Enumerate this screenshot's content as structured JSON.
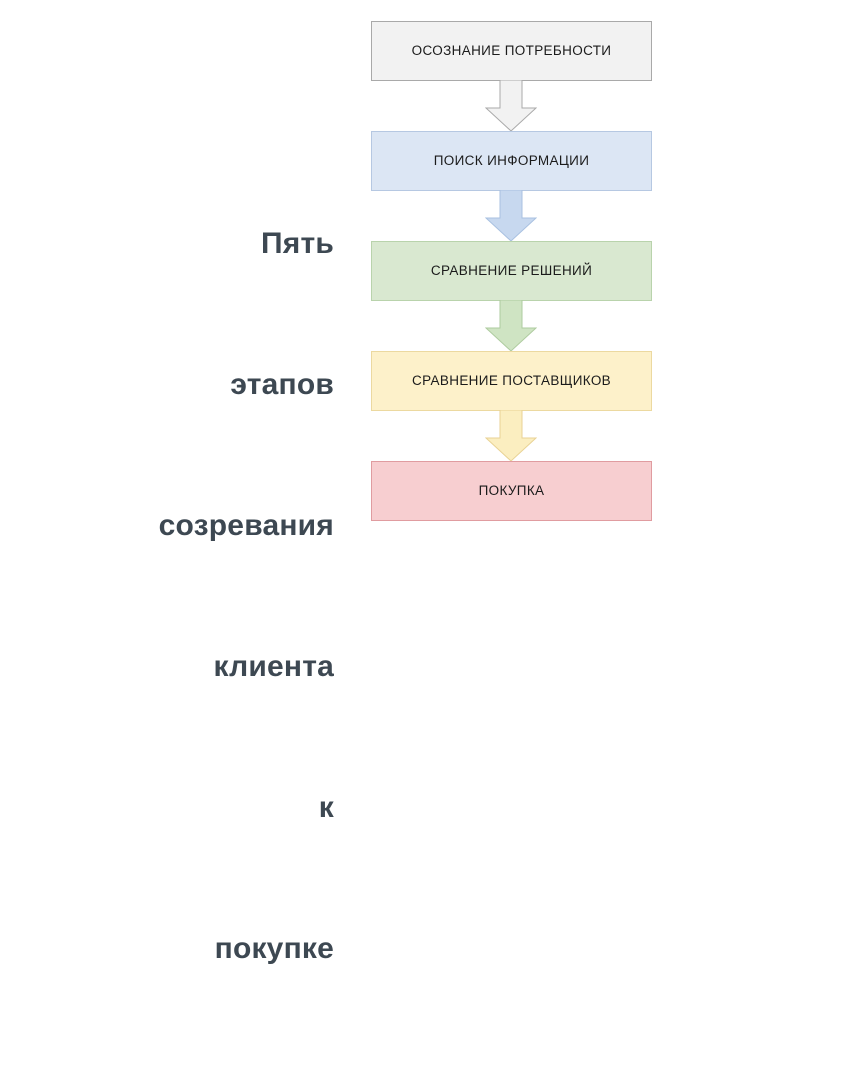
{
  "diagram": {
    "title": {
      "lines": [
        "Пять",
        "этапов",
        "созревания",
        "клиента",
        "к",
        "покупке"
      ],
      "color": "#3d4852"
    },
    "steps": [
      {
        "label": "ОСОЗНАНИЕ ПОТРЕБНОСТИ",
        "fill": "#f2f2f2",
        "stroke": "#a9a9a9"
      },
      {
        "label": "ПОИСК ИНФОРМАЦИИ",
        "fill": "#dce6f4",
        "stroke": "#b6c8e2"
      },
      {
        "label": "СРАВНЕНИЕ РЕШЕНИЙ",
        "fill": "#d9e8d0",
        "stroke": "#b9d3ac"
      },
      {
        "label": "СРАВНЕНИЕ ПОСТАВЩИКОВ",
        "fill": "#fdf1ca",
        "stroke": "#ecd9a0"
      },
      {
        "label": "ПОКУПКА",
        "fill": "#f7ced0",
        "stroke": "#e09ca0"
      }
    ],
    "connectors": [
      {
        "icon": "down-arrow-icon",
        "fill": "#f2f2f2",
        "stroke": "#a9a9a9"
      },
      {
        "icon": "down-arrow-icon",
        "fill": "#dce6f4",
        "stroke": "#b6c8e2"
      },
      {
        "icon": "down-arrow-icon",
        "fill": "#d9e8d0",
        "stroke": "#b9d3ac"
      },
      {
        "icon": "down-arrow-icon",
        "fill": "#fdf1ca",
        "stroke": "#ecd9a0"
      }
    ],
    "background": "#ffffff"
  }
}
